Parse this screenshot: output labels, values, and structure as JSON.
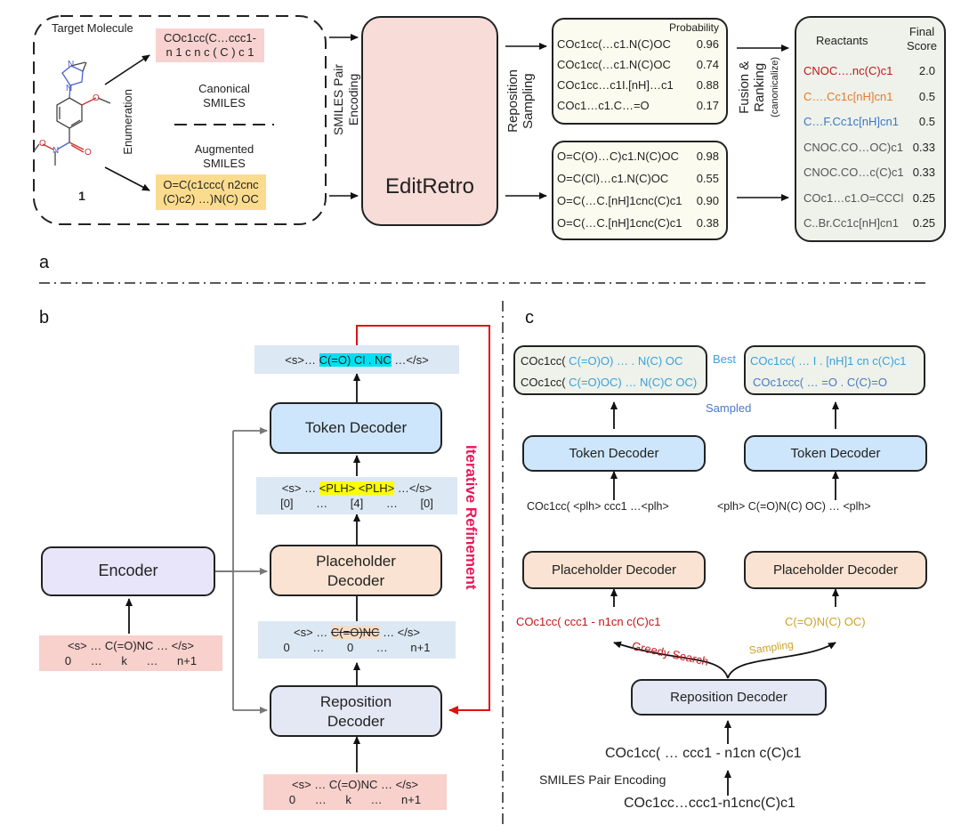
{
  "panel_labels": {
    "a": "a",
    "b": "b",
    "c": "c"
  },
  "panel_a": {
    "target_molecule_label": "Target Molecule",
    "compound_number": "1",
    "enumeration_label": "Enumeration",
    "canonical_smiles": [
      "COc1cc(C…ccc1-",
      "n 1 c n c ( C ) c 1"
    ],
    "canonical_label": [
      "Canonical",
      "SMILES"
    ],
    "augmented_label": [
      "Augmented",
      "SMILES"
    ],
    "augmented_smiles": [
      "O=C(c1ccc( n2cnc",
      "(C)c2) …)N(C) OC"
    ],
    "smiles_pair_encoding_label": [
      "SMILES Pair",
      "Encoding"
    ],
    "model_name": "EditRetro",
    "reposition_sampling_label": [
      "Reposition",
      "Sampling"
    ],
    "probability_header": "Probability",
    "canonical_candidates": [
      {
        "smiles": "COc1cc(…c1.N(C)OC",
        "prob": "0.96"
      },
      {
        "smiles": "COc1cc(…c1.N(C)OC",
        "prob": "0.74"
      },
      {
        "smiles": "COc1cc…c1I.[nH]…c1",
        "prob": "0.88"
      },
      {
        "smiles": "COc1…c1.C…=O",
        "prob": "0.17"
      }
    ],
    "augmented_candidates": [
      {
        "smiles": "O=C(O)…C)c1.N(C)OC",
        "prob": "0.98"
      },
      {
        "smiles": "O=C(Cl)…c1.N(C)OC",
        "prob": "0.55"
      },
      {
        "smiles": "O=C(…C.[nH]1cnc(C)c1",
        "prob": "0.90"
      },
      {
        "smiles": "O=C(…C.[nH]1cnc(C)c1",
        "prob": "0.38"
      }
    ],
    "fusion_label": [
      "Fusion &",
      "Ranking",
      "(canonicalize)"
    ],
    "reactants_header": "Reactants",
    "score_header": [
      "Final",
      "Score"
    ],
    "ranked_reactants": [
      {
        "smiles": "CNOC….nc(C)c1",
        "score": "2.0",
        "color": "#c0161c"
      },
      {
        "smiles": "C….Cc1c[nH]cn1",
        "score": "0.5",
        "color": "#e8792a"
      },
      {
        "smiles": "C…F.Cc1c[nH]cn1",
        "score": "0.5",
        "color": "#3a76c8"
      },
      {
        "smiles": "CNOC.CO…OC)c1",
        "score": "0.33",
        "color": "#555555"
      },
      {
        "smiles": "CNOC.CO…c(C)c1",
        "score": "0.33",
        "color": "#555555"
      },
      {
        "smiles": "COc1…c1.O=CCCl",
        "score": "0.25",
        "color": "#555555"
      },
      {
        "smiles": "C..Br.Cc1c[nH]cn1",
        "score": "0.25",
        "color": "#555555"
      }
    ]
  },
  "panel_b": {
    "output_seq": {
      "pre": "<s>… ",
      "hl": "C(=O) Cl . NC",
      "post": " …</s>"
    },
    "token_decoder": "Token Decoder",
    "plh_seq": {
      "pre": "<s> … ",
      "hl": "<PLH> <PLH>",
      "post": " …</s>",
      "idx": [
        "[0]",
        "…",
        "[4]",
        "…",
        "[0]"
      ]
    },
    "placeholder_decoder": [
      "Placeholder",
      "Decoder"
    ],
    "del_seq": {
      "pre": "<s> … ",
      "hl": "C(=O)NC",
      "post": " … </s>",
      "idx": [
        "0",
        "…",
        "0",
        "…",
        "n+1"
      ]
    },
    "reposition_decoder": [
      "Reposition",
      "Decoder"
    ],
    "encoder": "Encoder",
    "input_seq": {
      "text": "<s> … C(=O)NC … </s>",
      "idx": [
        "0",
        "…",
        "k",
        "…",
        "n+1"
      ]
    },
    "iterative_refinement": "Iterative Refinement"
  },
  "panel_c": {
    "left_results": [
      {
        "prefix": "COc1cc(",
        "mid": " C(=O)O)",
        "rest": "  … . N(C) OC"
      },
      {
        "prefix": "COc1cc(",
        "mid": " C(=O)OC)",
        "rest": "  … N(C)C OC)"
      }
    ],
    "right_results": [
      "COc1cc( … I . [nH]1 cn c(C)c1",
      "COc1ccc( … =O . C(C)=O"
    ],
    "best_label": "Best",
    "sampled_label": "Sampled",
    "token_decoder": "Token Decoder",
    "placeholder_decoder": "Placeholder Decoder",
    "left_plh_seq": "COc1cc( <plh> ccc1 …<plh>",
    "right_plh_seq": "<plh>  C(=O)N(C) OC) … <plh>",
    "left_greedy_seq": "COc1cc(  ccc1  -  n1cn  c(C)c1",
    "right_sampled_seq": "C(=O)N(C)   OC)",
    "greedy_label": "Greedy  Search",
    "sampling_label": "Sampling",
    "reposition_decoder": "Reposition Decoder",
    "spe_tokens": "COc1cc( … ccc1  -  n1cn  c(C)c1",
    "spe_label": "SMILES Pair Encoding",
    "raw_smiles": "COc1cc…ccc1-n1cnc(C)c1",
    "colors": {
      "greedy": "#c0161c",
      "sampling": "#c9a227",
      "best": "#3aa0d8",
      "sampled": "#4a78c8"
    }
  }
}
